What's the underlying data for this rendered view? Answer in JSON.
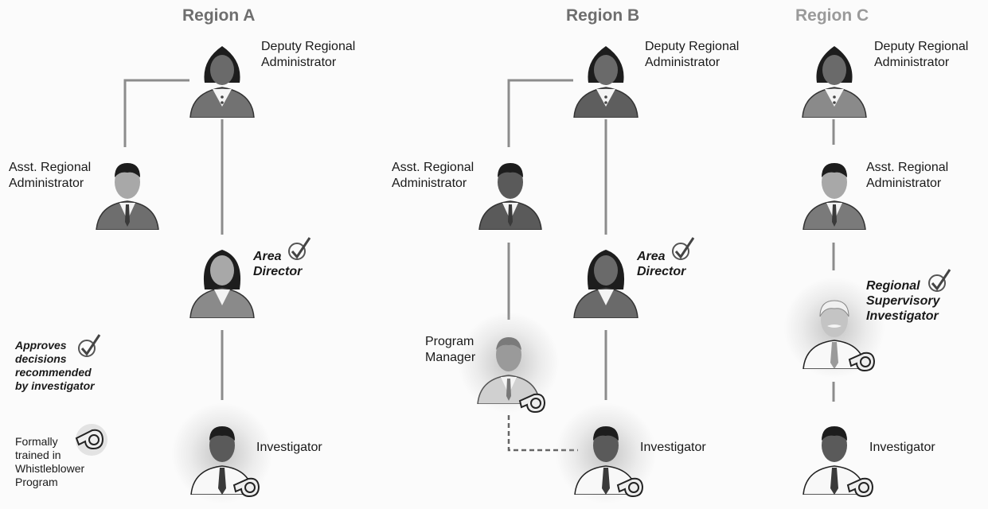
{
  "regions": [
    {
      "title": "Region A",
      "deputy": [
        "Deputy Regional",
        "Administrator"
      ],
      "asst": [
        "Asst. Regional",
        "Administrator"
      ],
      "approver": [
        "Area",
        "Director"
      ],
      "investigator": "Investigator"
    },
    {
      "title": "Region B",
      "deputy": [
        "Deputy Regional",
        "Administrator"
      ],
      "asst": [
        "Asst. Regional",
        "Administrator"
      ],
      "approver": [
        "Area",
        "Director"
      ],
      "program_manager": [
        "Program",
        "Manager"
      ],
      "investigator": "Investigator"
    },
    {
      "title": "Region C",
      "deputy": [
        "Deputy Regional",
        "Administrator"
      ],
      "asst": [
        "Asst. Regional",
        "Administrator"
      ],
      "approver": [
        "Regional",
        "Supervisory",
        "Investigator"
      ],
      "investigator": "Investigator"
    }
  ],
  "legend": {
    "approves": [
      "Approves",
      "decisions",
      "recommended",
      "by investigator"
    ],
    "trained": [
      "Formally",
      "trained in",
      "Whistleblower",
      "Program"
    ]
  },
  "icons": {
    "approval": "checkmark-icon",
    "training": "whistle-icon"
  },
  "colors": {
    "title": "#6e6e6e",
    "title_faded": "#9a9a9a",
    "line": "#8c8c8c"
  }
}
